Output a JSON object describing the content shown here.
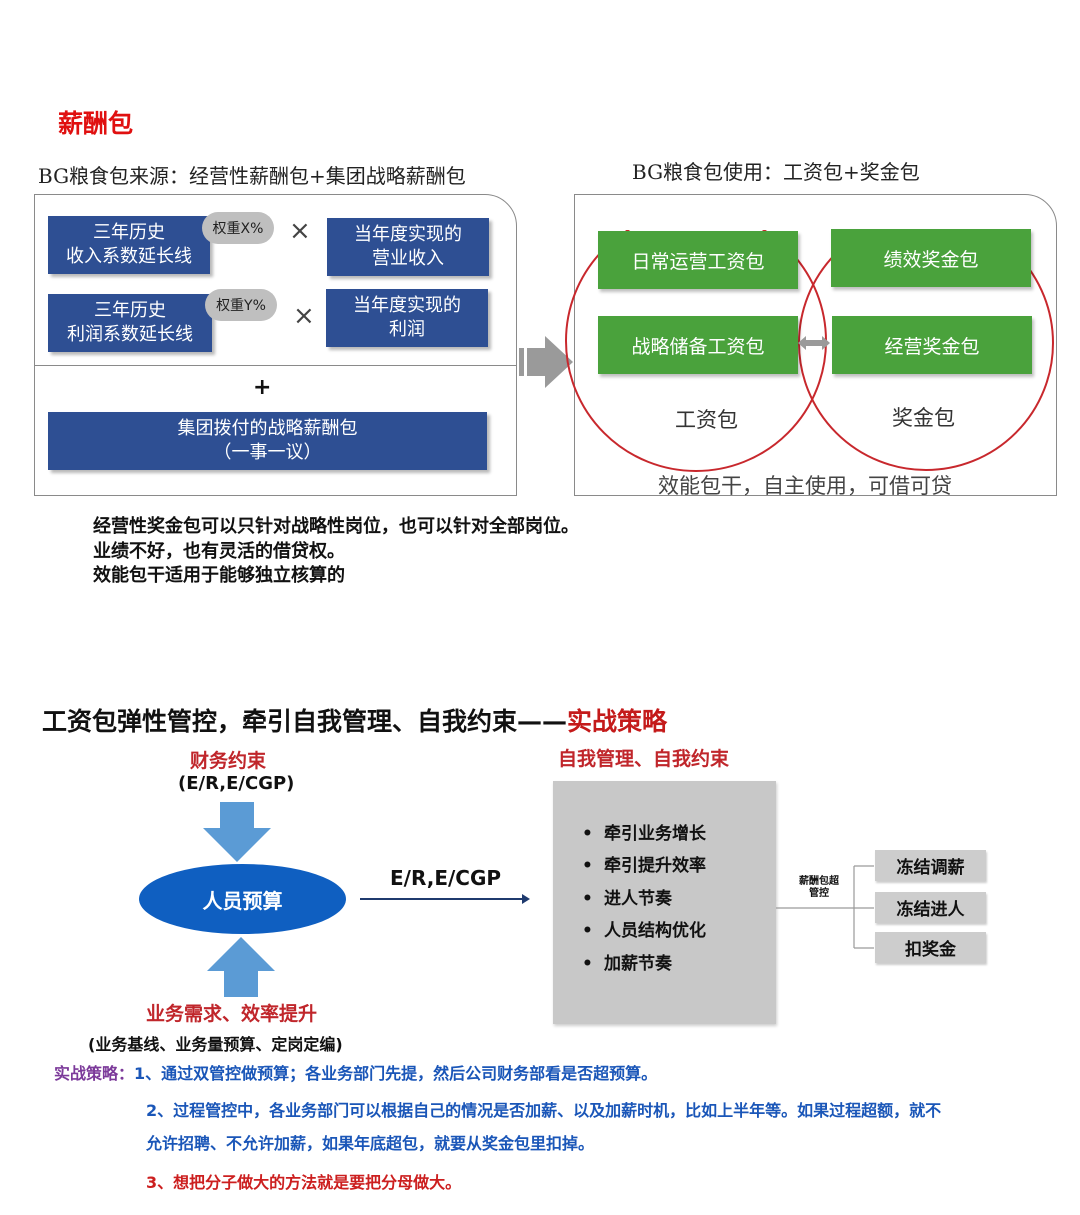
{
  "salary": {
    "title": "薪酬包",
    "source_title": "BG粮食包来源：经营性薪酬包+集团战略薪酬包",
    "use_title": "BG粮食包使用：工资包+奖金包",
    "row1": {
      "left": "三年历史\n收入系数延长线",
      "weight": "权重X%",
      "times": "×",
      "right": "当年度实现的\n营业收入"
    },
    "row2": {
      "left": "三年历史\n利润系数延长线",
      "weight": "权重Y%",
      "times": "×",
      "right": "当年度实现的\n利润"
    },
    "plus": "+",
    "group_pkg": "集团拨付的战略薪酬包\n（一事一议）",
    "green": {
      "daily_wage": "日常运营工资包",
      "strategic_wage": "战略储备工资包",
      "perf_bonus": "绩效奖金包",
      "biz_bonus": "经营奖金包"
    },
    "circle_wage": "工资包",
    "circle_bonus": "奖金包",
    "efficiency_note": "效能包干，自主使用，可借可贷",
    "notes": [
      "经营性奖金包可以只针对战略性岗位，也可以针对全部岗位。",
      "业绩不好，也有灵活的借贷权。",
      "效能包干适用于能够独立核算的"
    ]
  },
  "elastic": {
    "title_main": "工资包弹性管控，牵引自我管理、自我约束——",
    "title_red": "实战策略",
    "finance_label": "财务约束",
    "finance_ratio": "(E/R,E/CGP)",
    "budget": "人员预算",
    "arrow_label": "E/R,E/CGP",
    "demand_label": "业务需求、效率提升",
    "demand_sub": "(业务基线、业务量预算、定岗定编)",
    "self_label": "自我管理、自我约束",
    "bullets": [
      "牵引业务增长",
      "牵引提升效率",
      "进人节奏",
      "人员结构优化",
      "加薪节奏"
    ],
    "bullet_mark": "•",
    "over_label": "薪酬包超\n管控",
    "controls": [
      "冻结调薪",
      "冻结进人",
      "扣奖金"
    ],
    "strategy_prefix": "实战策略：",
    "strategy1": "1、通过双管控做预算；各业务部门先提，然后公司财务部看是否超预算。",
    "strategy2a": "2、过程管控中，各业务部门可以根据自己的情况是否加薪、以及加薪时机，比如上半年等。如果过程超额，就不",
    "strategy2b": "允许招聘、不允许加薪，如果年底超包，就要从奖金包里扣掉。",
    "strategy3": "3、想把分子做大的方法就是要把分母做大。"
  },
  "colors": {
    "title_red": "#e01010",
    "box_blue": "#2e4f93",
    "box_green": "#4aa23c",
    "circle_red": "#c8282d",
    "ellipse_blue": "#0f5fc1",
    "arrow_blue": "#5b9bd5"
  }
}
